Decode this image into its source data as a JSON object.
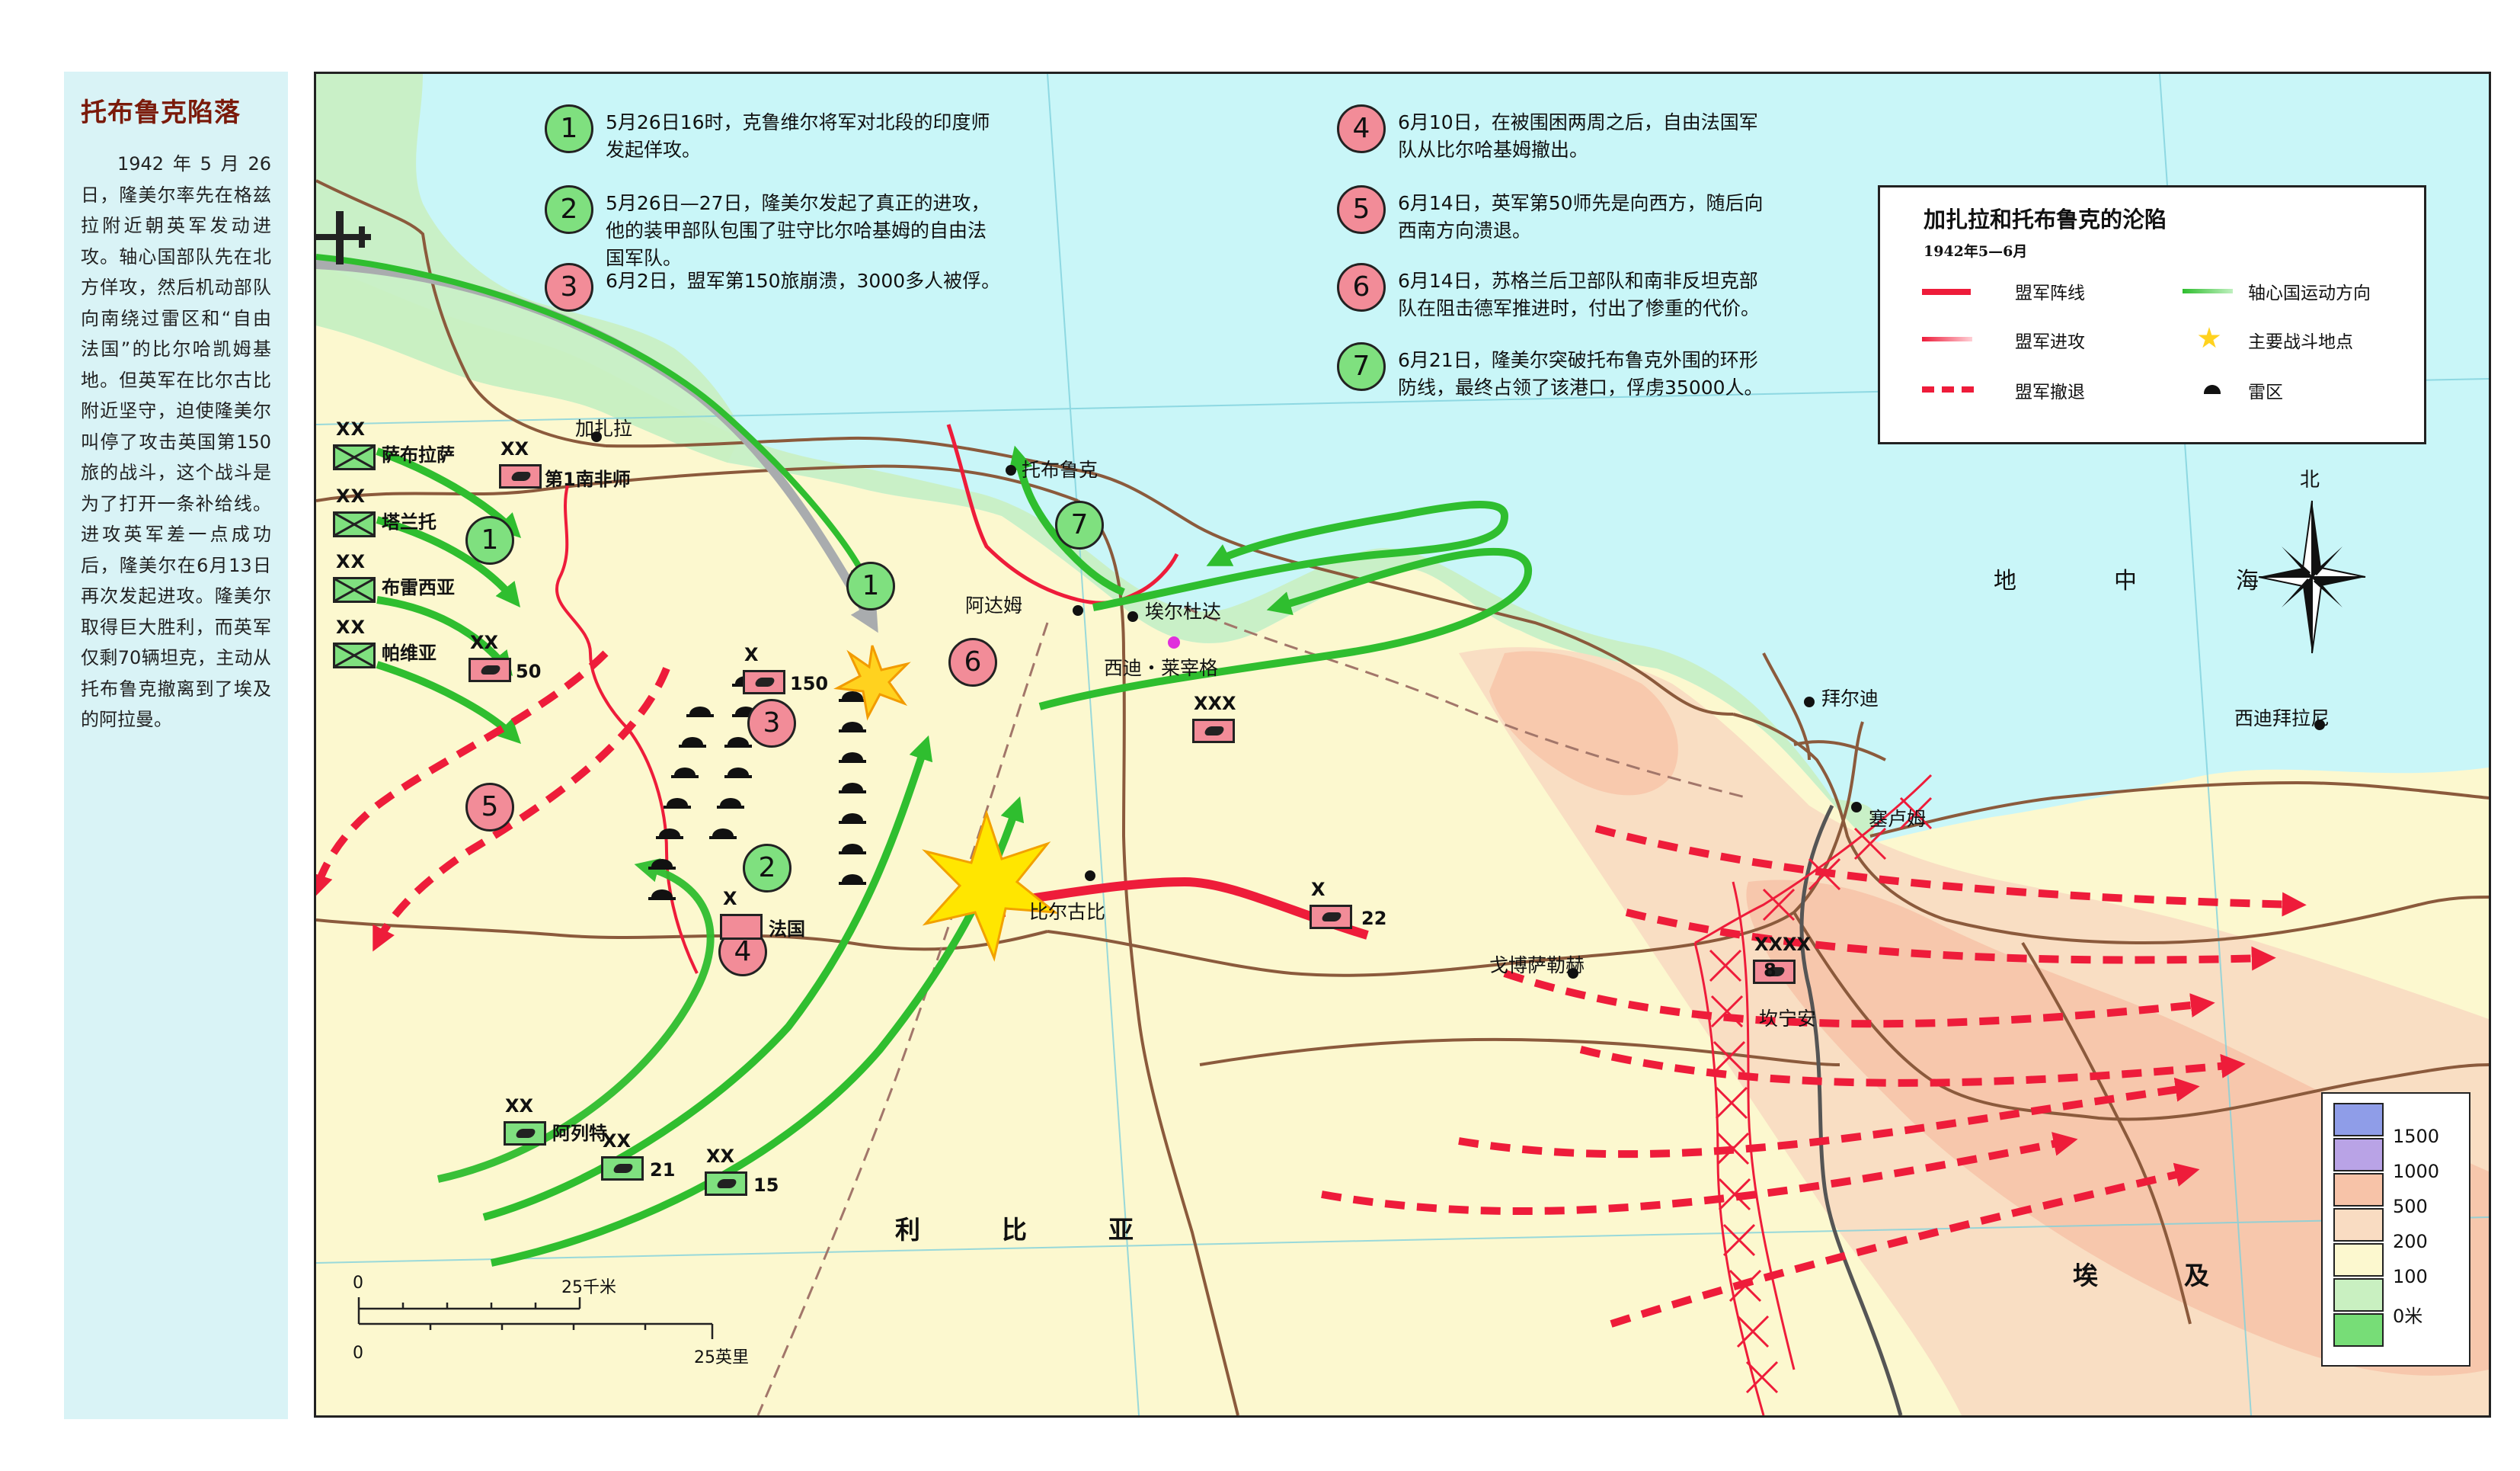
{
  "sidebar": {
    "title": "托布鲁克陷落",
    "body": "1942年5月26日，隆美尔率先在格兹拉附近朝英军发动进攻。轴心国部队先在北方佯攻，然后机动部队向南绕过雷区和“自由法国”的比尔哈凯姆基地。但英军在比尔古比附近坚守，迫使隆美尔叫停了攻击英国第150旅的战斗，这个战斗是为了打开一条补给线。进攻英军差一点成功后，隆美尔在6月13日再次发起进攻。隆美尔取得巨大胜利，而英军仅剩70辆坦克，主动从托布鲁克撤离到了埃及的阿拉曼。"
  },
  "events": [
    {
      "num": "1",
      "color": "green",
      "text1": "5月26日16时，克鲁维尔将军对北段的印度师",
      "text2": "发起佯攻。",
      "text3": ""
    },
    {
      "num": "2",
      "color": "green",
      "text1": "5月26日—27日，隆美尔发起了真正的进攻，",
      "text2": "他的装甲部队包围了驻守比尔哈基姆的自由法",
      "text3": "国军队。"
    },
    {
      "num": "3",
      "color": "red",
      "text1": "6月2日，盟军第150旅崩溃，3000多人被俘。",
      "text2": "",
      "text3": ""
    },
    {
      "num": "4",
      "color": "red",
      "text1": "6月10日，在被围困两周之后，自由法国军",
      "text2": "队从比尔哈基姆撤出。",
      "text3": ""
    },
    {
      "num": "5",
      "color": "red",
      "text1": "6月14日，英军第50师先是向西方，随后向",
      "text2": "西南方向溃退。",
      "text3": ""
    },
    {
      "num": "6",
      "color": "red",
      "text1": "6月14日，苏格兰后卫部队和南非反坦克部",
      "text2": "队在阻击德军推进时，付出了惨重的代价。",
      "text3": ""
    },
    {
      "num": "7",
      "color": "green",
      "text1": "6月21日，隆美尔突破托布鲁克外围的环形",
      "text2": "防线，最终占领了该港口，俘虏35000人。",
      "text3": ""
    }
  ],
  "legend": {
    "title": "加扎拉和托布鲁克的沦陷",
    "subtitle": "1942年5—6月",
    "items": {
      "allied_line": "盟军阵线",
      "allied_attack": "盟军进攻",
      "allied_retreat": "盟军撤退",
      "axis_move": "轴心国运动方向",
      "battle_site": "主要战斗地点",
      "minefield": "雷区"
    }
  },
  "elevation": {
    "levels": [
      "1500",
      "1000",
      "500",
      "200",
      "100",
      "0米"
    ],
    "colors": [
      "#8f9de8",
      "#b9a3e6",
      "#f7c3a8",
      "#f9dcc2",
      "#fcf8cf",
      "#c9f0c1",
      "#77dd77"
    ]
  },
  "places": {
    "gazala": "加扎拉",
    "tobruk": "托布鲁克",
    "adem": "阿达姆",
    "eldouda": "埃尔杜达",
    "sidirezegh": "西迪・莱宰格",
    "bardia": "拜尔迪",
    "sidibarrani": "西迪拜拉尼",
    "sollum": "塞卢姆",
    "gambut": "戈博萨勒赫",
    "capuzzo": "坎宁安",
    "birgubi": "比尔古比",
    "libya": [
      "利",
      "比",
      "亚"
    ],
    "egypt": [
      "埃",
      "及"
    ],
    "med": [
      "地",
      "中",
      "海"
    ]
  },
  "units": {
    "sabratha": "萨布拉萨",
    "trento": "塔兰托",
    "brescia": "布雷西亚",
    "pavia": "帕维亚",
    "sa1": "第1南非师",
    "d50": "50",
    "b150": "150",
    "french": "法国",
    "ariete": "阿列特",
    "p21": "21",
    "p15": "15",
    "b22": "22",
    "a8": "8",
    "xx": "XX",
    "x": "X",
    "xxx": "XXX",
    "xxxx": "XXXX"
  },
  "north": "北",
  "scale": {
    "zero": "0",
    "km": "25千米",
    "mi": "25英里"
  }
}
